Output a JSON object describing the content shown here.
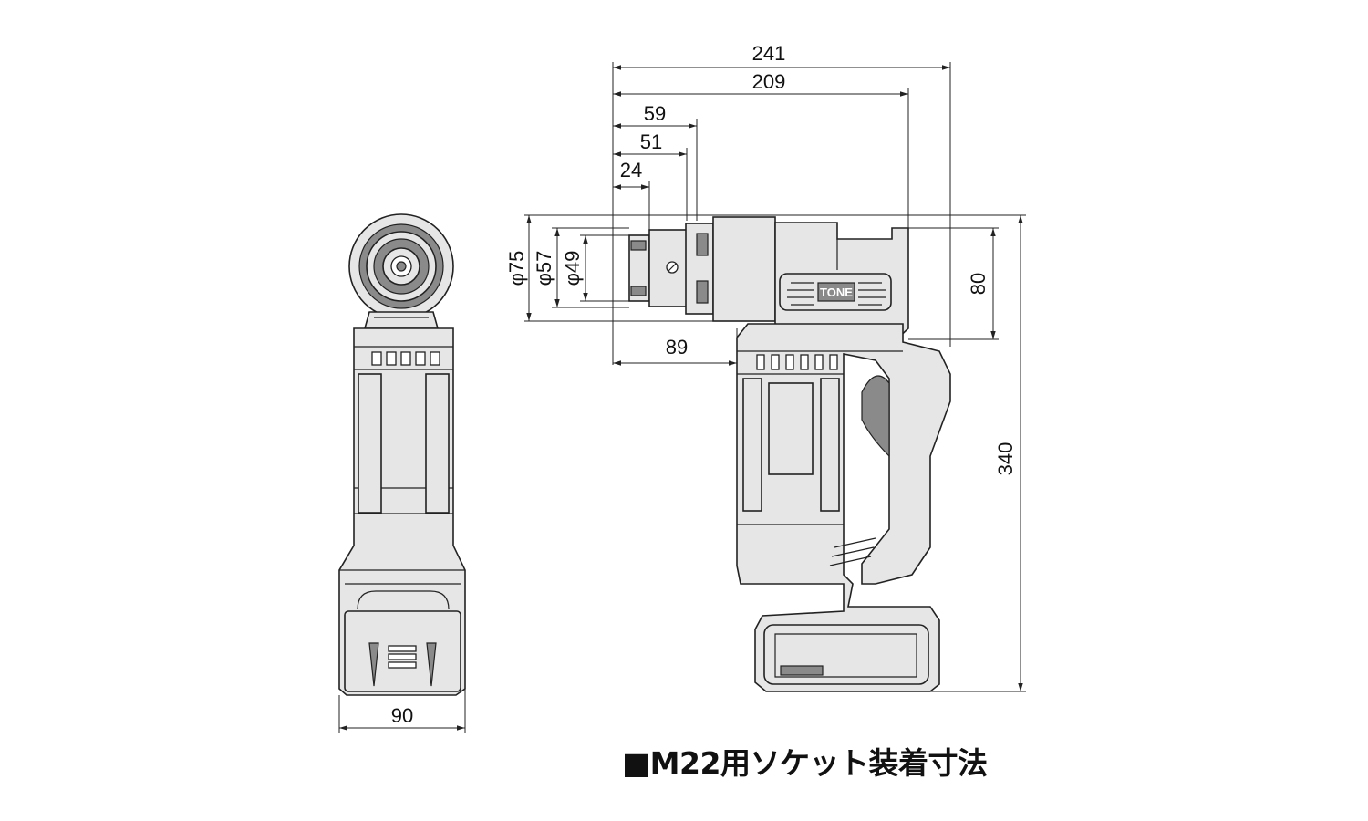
{
  "caption": "■M22用ソケット装着寸法",
  "brand_label": "TONE",
  "dimensions": {
    "overall_length": "241",
    "body_length": "209",
    "head_59": "59",
    "head_51": "51",
    "socket_24": "24",
    "dia_75": "φ75",
    "dia_57": "φ57",
    "dia_49": "φ49",
    "head_height": "80",
    "handle_offset": "89",
    "overall_height": "340",
    "front_width": "90"
  }
}
